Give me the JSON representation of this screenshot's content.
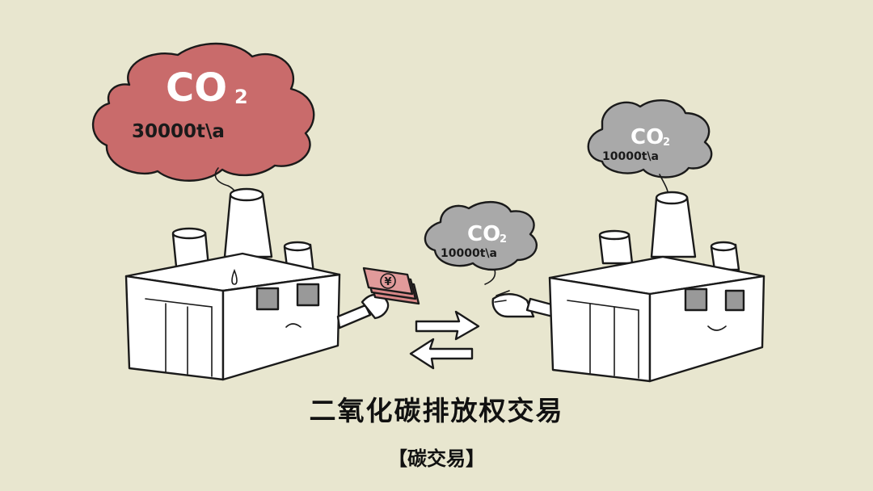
{
  "title": "二氧化碳排放权交易",
  "subtitle": "【碳交易】",
  "left_cloud": {
    "label": "CO",
    "subscript": "2",
    "amount": "30000t\\a",
    "color": "#c96b6b"
  },
  "middle_cloud": {
    "label": "CO",
    "subscript": "2",
    "amount": "10000t\\a",
    "color": "#a9a9a9"
  },
  "right_cloud": {
    "label": "CO",
    "subscript": "2",
    "amount": "10000t\\a",
    "color": "#a9a9a9"
  },
  "money_symbol": "¥",
  "colors": {
    "background": "#e8e6cf",
    "money": "#d88787"
  }
}
